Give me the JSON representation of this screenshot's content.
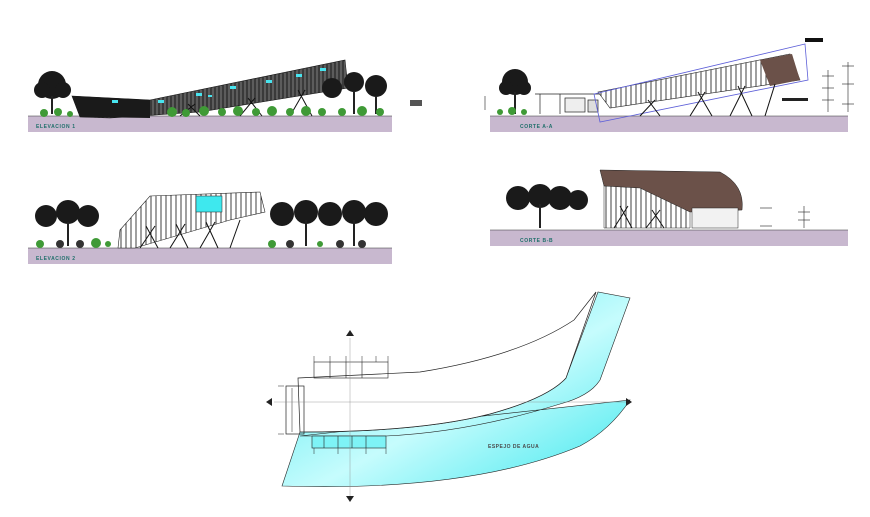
{
  "drawing": {
    "views": [
      {
        "id": "elevation-1",
        "label": "ELEVACION 1"
      },
      {
        "id": "section-a",
        "label": "CORTE A-A"
      },
      {
        "id": "elevation-2",
        "label": "ELEVACION 2"
      },
      {
        "id": "section-b",
        "label": "CORTE B-B"
      }
    ],
    "plan": {
      "label": "ESPEJO DE AGUA"
    }
  },
  "colors": {
    "ground": "#c8b8cf",
    "water": "#3ee8ee",
    "water_light": "#b9fbfd",
    "tree_dark": "#111111",
    "shrub": "#3f9a36",
    "facade_brown": "#6b5149",
    "sky_accent": "#5d5fd8"
  }
}
